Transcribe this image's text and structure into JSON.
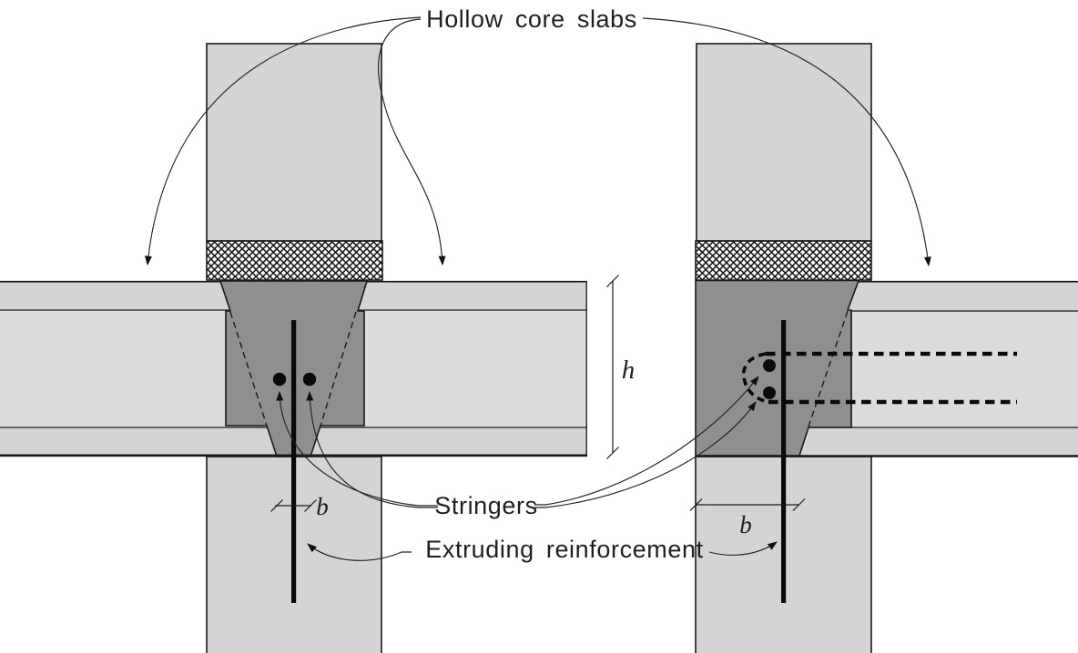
{
  "figure": {
    "labels": {
      "hollow_core_slabs": "Hollow core slabs",
      "stringers": "Stringers",
      "extruding_reinforcement": "Extruding reinforcement"
    },
    "dimensions": {
      "joint_height": "h",
      "left_joint_width": "b",
      "right_joint_width": "b"
    },
    "colors": {
      "concrete_light": "#d4d4d4",
      "slab_core_light": "#dcdcdc",
      "joint_grout_dark": "#8f8f8f",
      "line_black": "#1a1a1a",
      "page_background": "#ffffff"
    }
  }
}
